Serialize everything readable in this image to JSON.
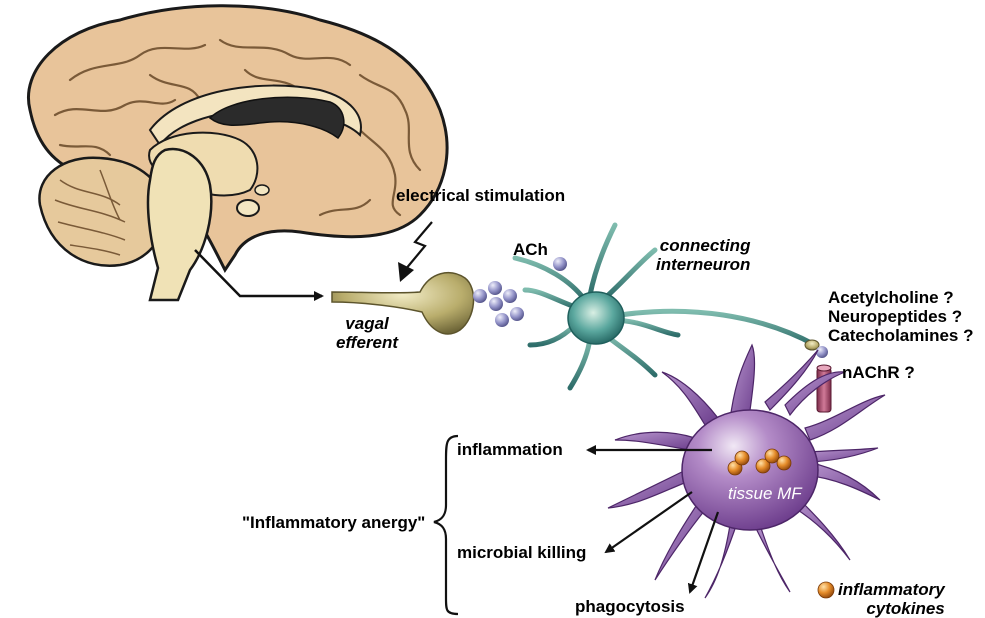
{
  "labels": {
    "electrical_stimulation": "electrical stimulation",
    "ach": "ACh",
    "connecting_line1": "connecting",
    "connecting_line2": "interneuron",
    "vagal_line1": "vagal",
    "vagal_line2": "efferent",
    "acetylcholine": "Acetylcholine ?",
    "neuropeptides": "Neuropeptides ?",
    "catecholamines": "Catecholamines ?",
    "nachr": "nAChR ?",
    "tissue_mf": "tissue MF",
    "inflammation": "inflammation",
    "inflammatory_anergy": "\"Inflammatory anergy\"",
    "microbial_killing": "microbial killing",
    "phagocytosis": "phagocytosis",
    "cytokines_line1": "inflammatory",
    "cytokines_line2": "cytokines"
  },
  "colors": {
    "brain_cortex": "#e8c49a",
    "brain_outline": "#1a1a1a",
    "brainstem": "#f0e2b6",
    "ventricle": "#2b2b2b",
    "neuron_teal": "#3f8f8a",
    "neuron_light": "#bfe0d2",
    "nerve_terminal": "#b9ad6c",
    "vesicle": "#8c8cc4",
    "receptor": "#b0506e",
    "macrophage": "#8a58a8",
    "macrophage_light": "#d8c8e6",
    "cytokine": "#e08a2a"
  }
}
